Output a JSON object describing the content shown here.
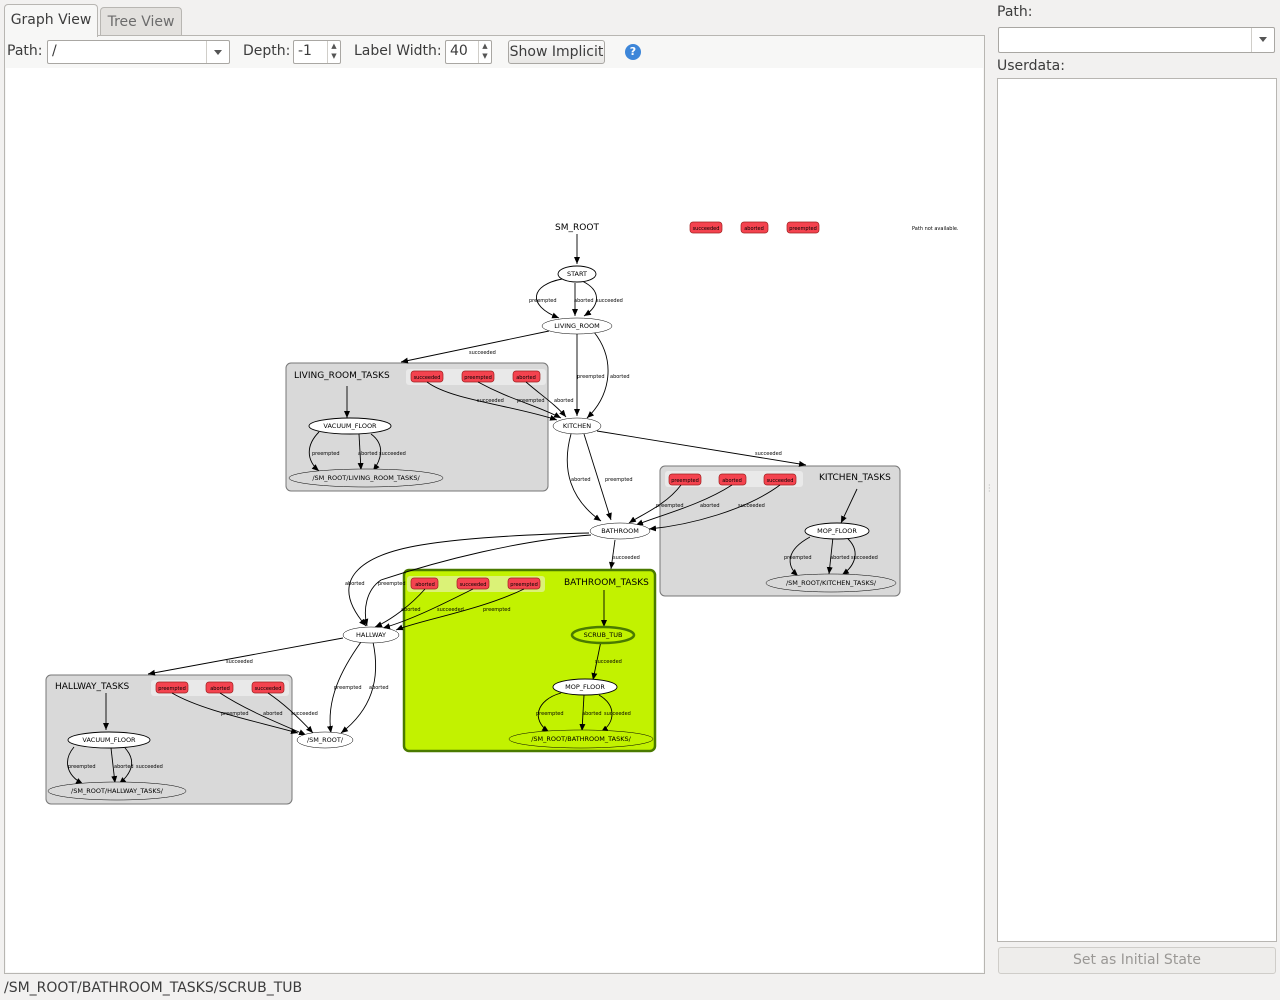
{
  "tabs": {
    "graph": "Graph View",
    "tree": "Tree View"
  },
  "toolbar": {
    "path_label": "Path:",
    "path_value": "/",
    "depth_label": "Depth:",
    "depth_value": "-1",
    "label_width_label": "Label Width:",
    "label_width_value": "40",
    "show_implicit": "Show Implicit",
    "help": "?"
  },
  "right_panel": {
    "path_label": "Path:",
    "path_value": "",
    "userdata_label": "Userdata:",
    "set_initial": "Set as Initial State"
  },
  "status_bar": "/SM_ROOT/BATHROOM_TASKS/SCRUB_TUB",
  "colors": {
    "active_container": "#c2f200",
    "outcome": "#f4434f",
    "container": "#d9d9d9"
  },
  "graph": {
    "root": "SM_ROOT",
    "path_not_available": "Path not available.",
    "root_outcomes": [
      "succeeded",
      "aborted",
      "preempted"
    ],
    "states": {
      "start": "START",
      "living_room": "LIVING_ROOM",
      "kitchen": "KITCHEN",
      "bathroom": "BATHROOM",
      "hallway": "HALLWAY",
      "sm_root_end": "/SM_ROOT/"
    },
    "containers": {
      "living_room_tasks": {
        "title": "LIVING_ROOM_TASKS",
        "outcomes": [
          "succeeded",
          "preempted",
          "aborted"
        ],
        "state": "VACUUM_FLOOR",
        "end": "/SM_ROOT/LIVING_ROOM_TASKS/"
      },
      "kitchen_tasks": {
        "title": "KITCHEN_TASKS",
        "outcomes": [
          "preempted",
          "aborted",
          "succeeded"
        ],
        "state": "MOP_FLOOR",
        "end": "/SM_ROOT/KITCHEN_TASKS/"
      },
      "bathroom_tasks": {
        "title": "BATHROOM_TASKS",
        "outcomes": [
          "aborted",
          "succeeded",
          "preempted"
        ],
        "state1": "SCRUB_TUB",
        "state2": "MOP_FLOOR",
        "end": "/SM_ROOT/BATHROOM_TASKS/"
      },
      "hallway_tasks": {
        "title": "HALLWAY_TASKS",
        "outcomes": [
          "preempted",
          "aborted",
          "succeeded"
        ],
        "state": "VACUUM_FLOOR",
        "end": "/SM_ROOT/HALLWAY_TASKS/"
      }
    },
    "edge_labels": {
      "succeeded": "succeeded",
      "aborted": "aborted",
      "preempted": "preempted"
    }
  }
}
